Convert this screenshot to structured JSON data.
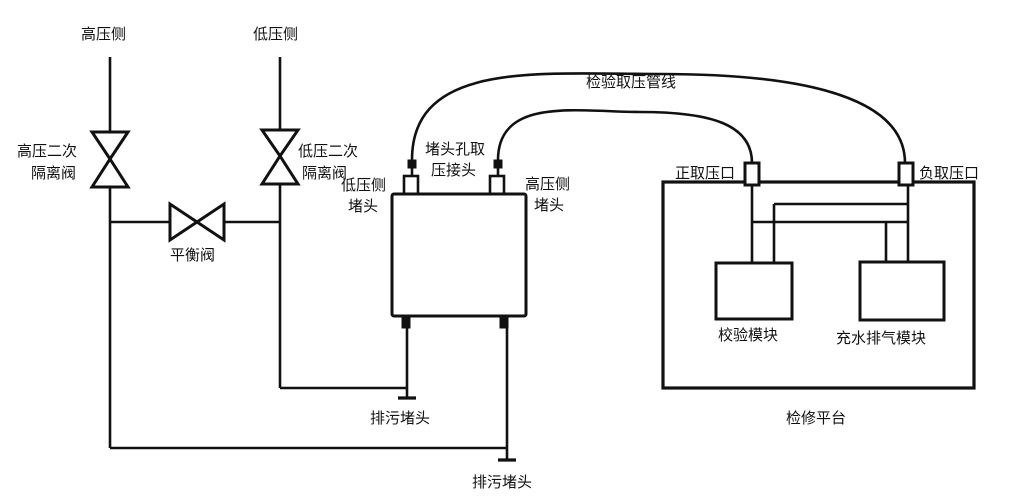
{
  "labels": {
    "high_side": "高压侧",
    "low_side": "低压侧",
    "high_iso_valve_l1": "高压二次",
    "high_iso_valve_l2": "隔离阀",
    "low_iso_valve_l1": "低压二次",
    "low_iso_valve_l2": "隔离阀",
    "balance_valve": "平衡阀",
    "test_pipe": "检验取压管线",
    "plug_tap_l1": "堵头孔取",
    "plug_tap_l2": "压接头",
    "low_plug_l1": "低压侧",
    "low_plug_l2": "堵头",
    "high_plug_l1": "高压侧",
    "high_plug_l2": "堵头",
    "pos_port": "正取压口",
    "neg_port": "负取压口",
    "calib_module": "校验模块",
    "fill_module": "充水排气模块",
    "platform": "检修平台",
    "drain_plug_1": "排污堵头",
    "drain_plug_2": "排污堵头"
  }
}
